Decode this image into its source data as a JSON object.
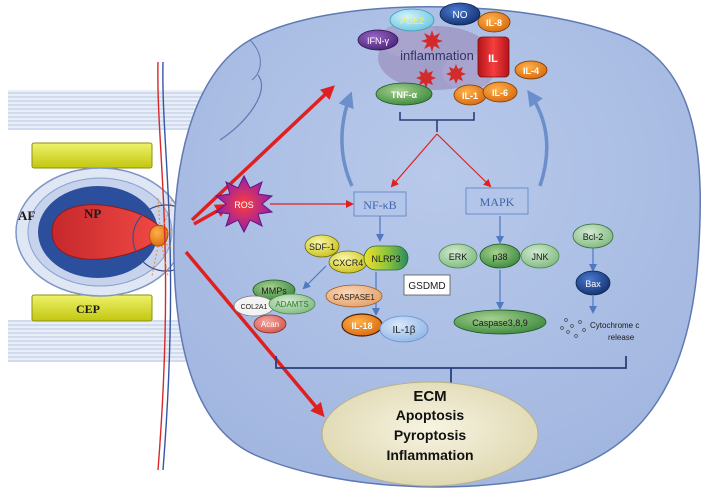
{
  "spine": {
    "af_label": "AF",
    "np_label": "NP",
    "cep_label": "CEP"
  },
  "trigger": {
    "ros_label": "ROS"
  },
  "inflammation": {
    "label": "inflammation",
    "mediators": [
      "PGE2",
      "NO",
      "IL-8",
      "IFN-γ",
      "IL",
      "IL-4",
      "TNF-α",
      "IL-1",
      "IL-6"
    ]
  },
  "pathways": {
    "nfkb_label": "NF-κB",
    "mapk_label": "MAPK"
  },
  "nfkb_targets": {
    "sdf1": "SDF-1",
    "cxcr4": "CXCR4",
    "nlrp3": "NLRP3",
    "mmps": "MMPs",
    "col2a1": "COL2A1",
    "adamts": "ADAMTS",
    "acan": "Acan",
    "caspase1": "CASPASE1",
    "gsdmd": "GSDMD",
    "il18": "IL-18",
    "il1b": "IL-1β"
  },
  "mapk_targets": {
    "erk": "ERK",
    "p38": "p38",
    "jnk": "JNK",
    "caspase": "Caspase3,8,9"
  },
  "mitochondrial": {
    "bcl2": "Bcl-2",
    "bax": "Bax",
    "cytochrome_line1": "Cytochrome c",
    "cytochrome_line2": "release"
  },
  "outcomes": [
    "ECM",
    "Apoptosis",
    "Pyroptosis",
    "Inflammation"
  ],
  "colors": {
    "cell_fill": "#a9bde3",
    "cell_stroke": "#5f79b3",
    "np_red": "#e0383b",
    "af_blue": "#2b4f9c",
    "cep_yellow": "#d9df1f",
    "arrow_red": "#e02020",
    "arrow_blue": "#5b82c2",
    "outcome_fill": "#ebe6c6"
  }
}
